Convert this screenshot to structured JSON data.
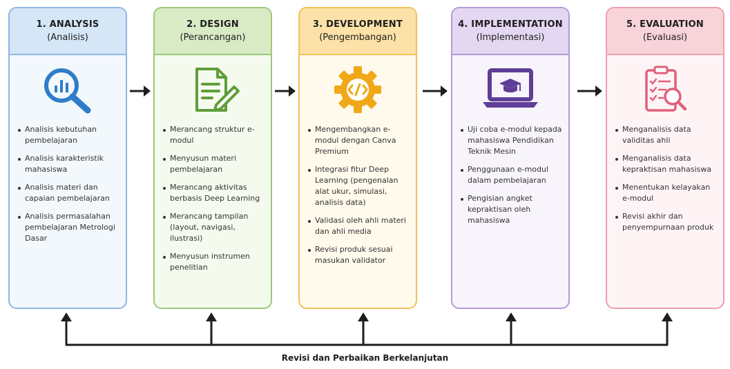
{
  "phases": [
    {
      "title": "1. ANALYSIS",
      "subtitle": "(Analisis)",
      "icon": "analytics-magnifier-icon",
      "header_color": "#d5e6f7",
      "border_color": "#8db7e0",
      "body_color": "#f3f8fd",
      "icon_color": "#2f7dc9",
      "items": [
        "Analisis kebutuhan pembelajaran",
        "Analisis karakteristik mahasiswa",
        "Analisis materi dan capaian pembelajaran",
        "Analisis permasalahan pembelajaran Metrologi Dasar"
      ]
    },
    {
      "title": "2. DESIGN",
      "subtitle": "(Perancangan)",
      "icon": "document-pencil-icon",
      "header_color": "#d8ebc4",
      "border_color": "#9cc77a",
      "body_color": "#f5faef",
      "icon_color": "#5f9e3a",
      "items": [
        "Merancang struktur e-modul",
        "Menyusun materi pembelajaran",
        "Merancang aktivitas berbasis Deep Learning",
        "Merancang tampilan (layout, navigasi, ilustrasi)",
        "Menyusun instrumen penelitian"
      ]
    },
    {
      "title": "3. DEVELOPMENT",
      "subtitle": "(Pengembangan)",
      "icon": "code-gear-icon",
      "header_color": "#fce2a8",
      "border_color": "#f1c15a",
      "body_color": "#fffaec",
      "icon_color": "#f0a818",
      "items": [
        "Mengembangkan e-modul dengan Canva Premium",
        "Integrasi fitur Deep Learning (pengenalan alat ukur, simulasi, analisis data)",
        "Validasi oleh ahli materi dan ahli media",
        "Revisi produk sesuai masukan validator"
      ]
    },
    {
      "title": "4. IMPLEMENTATION",
      "subtitle": "(Implementasi)",
      "icon": "laptop-graduation-cap-icon",
      "header_color": "#e3d7f1",
      "border_color": "#b39ad6",
      "body_color": "#f8f4fc",
      "icon_color": "#5e3e96",
      "items": [
        "Uji coba e-modul kepada mahasiswa Pendidikan Teknik Mesin",
        "Penggunaan e-modul dalam pembelajaran",
        "Pengisian angket kepraktisan oleh mahasiswa"
      ]
    },
    {
      "title": "5. EVALUATION",
      "subtitle": "(Evaluasi)",
      "icon": "clipboard-checklist-magnifier-icon",
      "header_color": "#f9d3da",
      "border_color": "#ee9fae",
      "body_color": "#fef4f6",
      "icon_color": "#e0607a",
      "items": [
        "Menganalisis data validitas ahli",
        "Menganalisis data kepraktisan mahasiswa",
        "Menentukan kelayakan e-modul",
        "Revisi akhir dan penyempurnaan produk"
      ]
    }
  ],
  "arrow_color": "#1e1e1e",
  "feedback_label": "Revisi dan Perbaikan Berkelanjutan"
}
